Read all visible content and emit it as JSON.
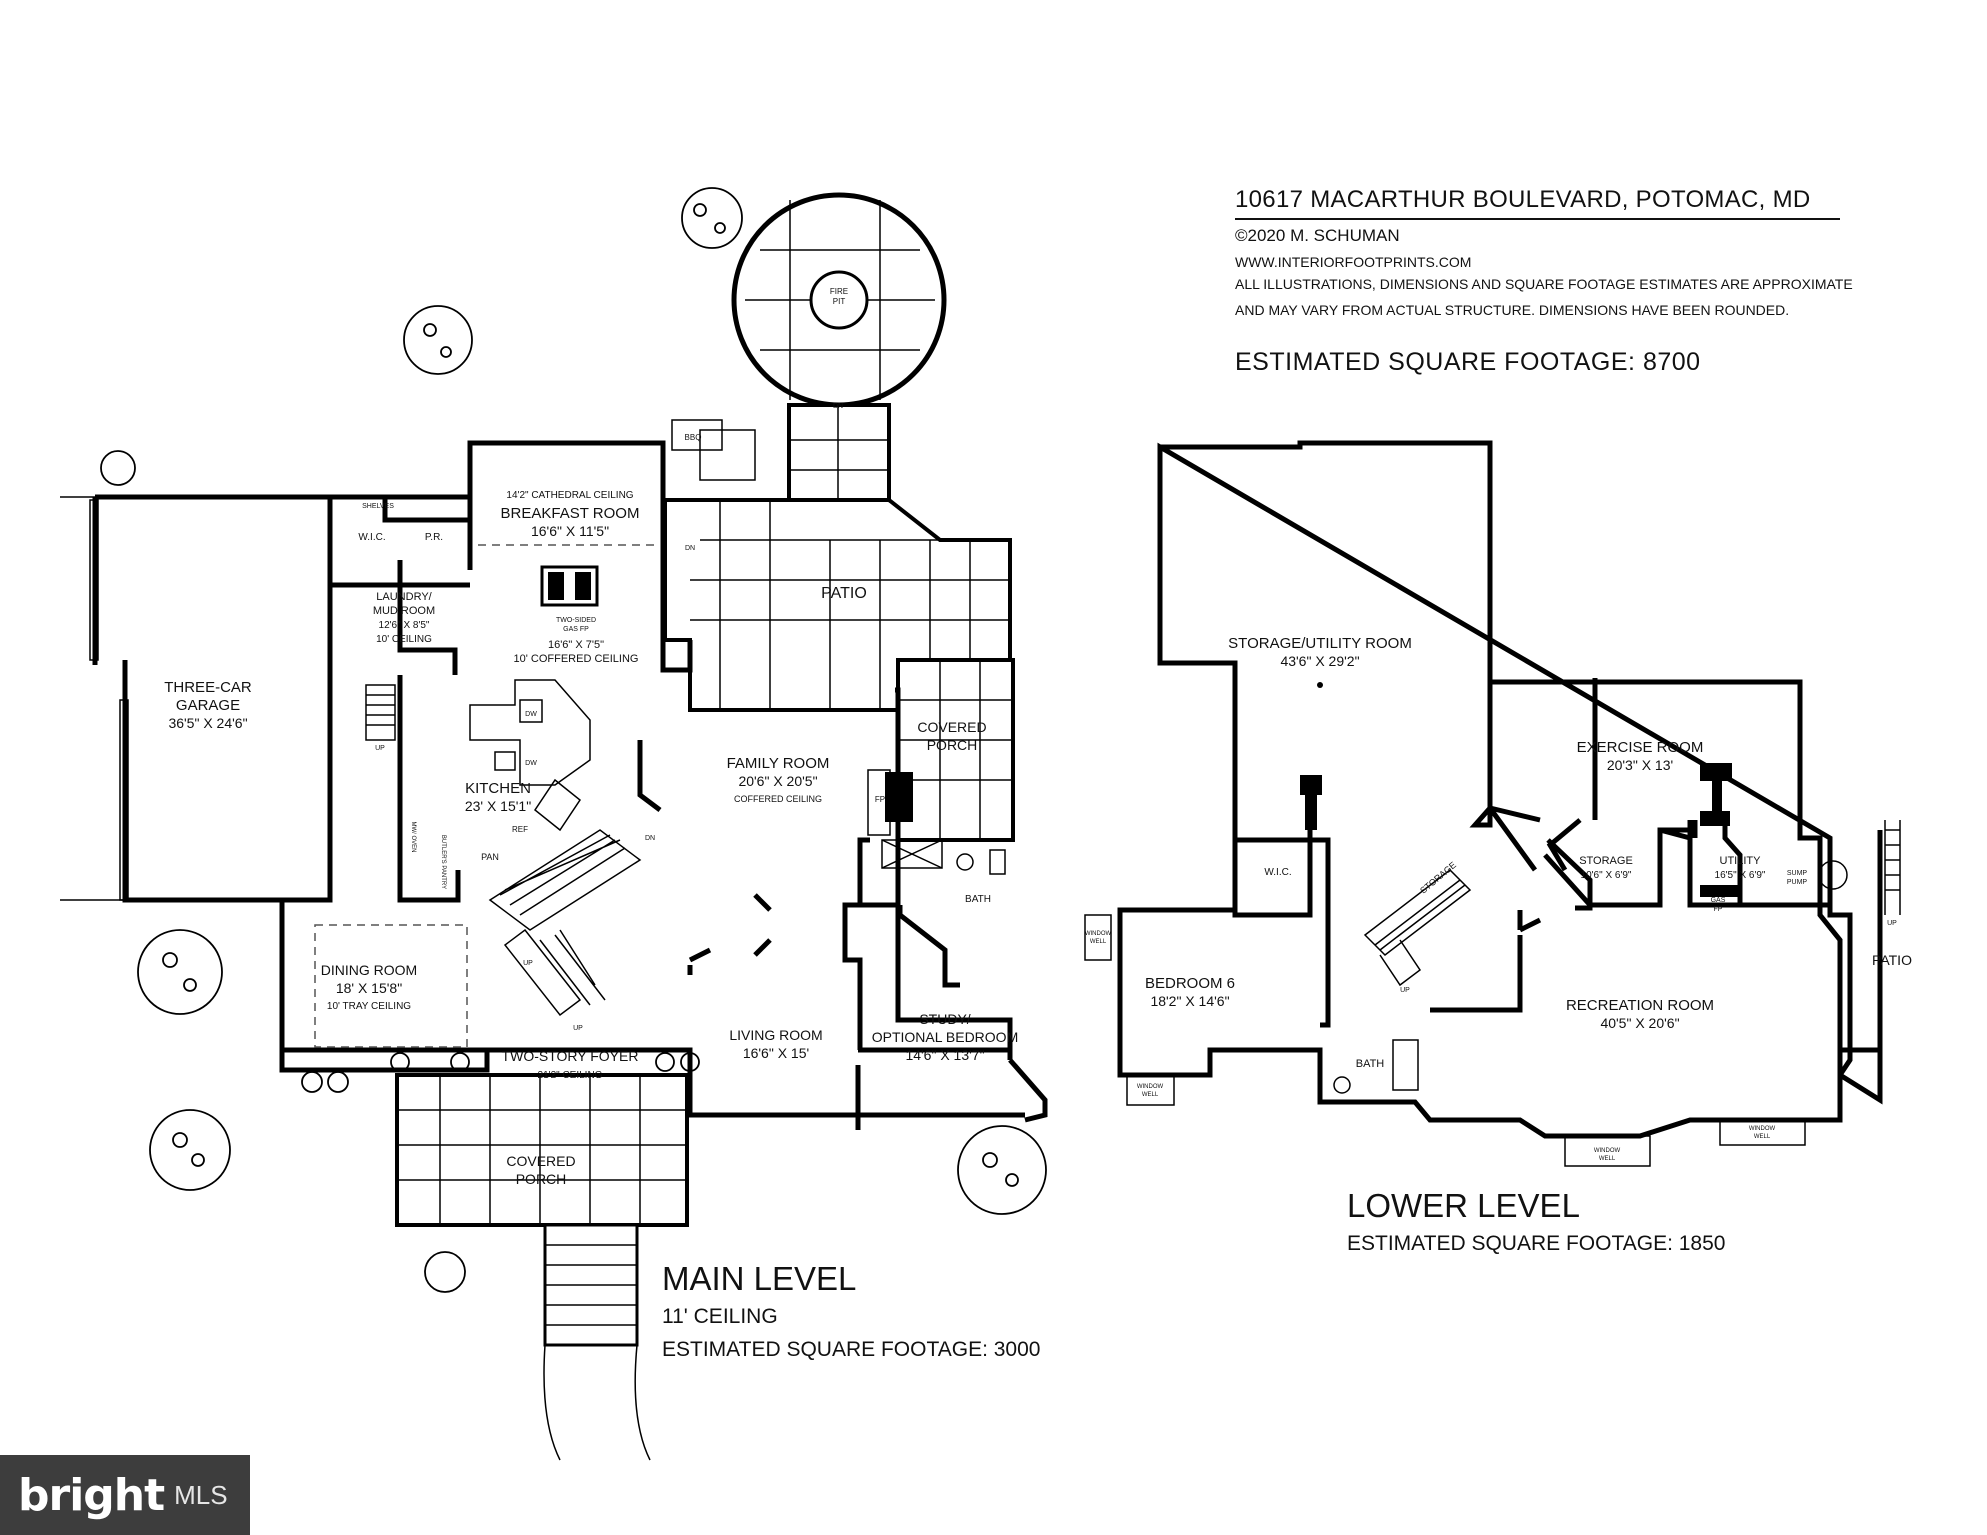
{
  "header": {
    "address": "10617 MACARTHUR BOULEVARD, POTOMAC, MD",
    "copyright": "©2020 M. SCHUMAN",
    "website": "WWW.INTERIORFOOTPRINTS.COM",
    "disclaimer_line1": "ALL ILLUSTRATIONS, DIMENSIONS AND SQUARE FOOTAGE ESTIMATES ARE APPROXIMATE",
    "disclaimer_line2": "AND MAY VARY FROM ACTUAL STRUCTURE. DIMENSIONS HAVE BEEN ROUNDED.",
    "total_sqft": "ESTIMATED SQUARE FOOTAGE: 8700"
  },
  "main_level": {
    "title": "MAIN LEVEL",
    "ceiling": "11' CEILING",
    "sqft": "ESTIMATED SQUARE FOOTAGE: 3000",
    "rooms": {
      "garage_name1": "THREE-CAR",
      "garage_name2": "GARAGE",
      "garage_dim": "36'5\" X 24'6\"",
      "breakfast_ceiling": "14'2\" CATHEDRAL CEILING",
      "breakfast_name": "BREAKFAST ROOM",
      "breakfast_dim": "16'6\" X 11'5\"",
      "fireplace_note1": "TWO-SIDED",
      "fireplace_note2": "GAS FP",
      "hearth_dim": "16'6\" X 7'5\"",
      "hearth_ceiling": "10' COFFERED CEILING",
      "laundry_name1": "LAUNDRY/",
      "laundry_name2": "MUD ROOM",
      "laundry_dim": "12'6\" X 8'5\"",
      "laundry_ceiling": "10' CEILING",
      "wic": "W.I.C.",
      "pr": "P.R.",
      "shelves": "SHELVES",
      "kitchen_name": "KITCHEN",
      "kitchen_dim": "23' X 15'1\"",
      "dw": "DW",
      "ref": "REF",
      "pan": "PAN",
      "butlers": "BUTLER'S PANTRY",
      "mwoven": "MW/ OVEN",
      "family_name": "FAMILY ROOM",
      "family_dim": "20'6\" X 20'5\"",
      "family_ceiling": "COFFERED CEILING",
      "patio": "PATIO",
      "bbq": "BBQ",
      "fire_pit1": "FIRE",
      "fire_pit2": "PIT",
      "covered_porch1": "COVERED",
      "covered_porch2": "PORCH",
      "fp": "FP",
      "bath": "BATH",
      "dining_name": "DINING ROOM",
      "dining_dim": "18' X 15'8\"",
      "dining_ceiling": "10' TRAY CEILING",
      "foyer_name": "TWO-STORY FOYER",
      "foyer_ceiling": "21'2\" CEILING",
      "living_name": "LIVING ROOM",
      "living_dim": "16'6\" X 15'",
      "study_name1": "STUDY/",
      "study_name2": "OPTIONAL BEDROOM",
      "study_dim": "14'6\" X 13'7\"",
      "front_porch1": "COVERED",
      "front_porch2": "PORCH",
      "up": "UP",
      "dn": "DN"
    }
  },
  "lower_level": {
    "title": "LOWER LEVEL",
    "sqft": "ESTIMATED SQUARE FOOTAGE: 1850",
    "rooms": {
      "storage_utility_name": "STORAGE/UTILITY ROOM",
      "storage_utility_dim": "43'6\" X 29'2\"",
      "exercise_name": "EXERCISE ROOM",
      "exercise_dim": "20'3\" X 13'",
      "storage_name": "STORAGE",
      "storage_dim": "10'6\" X 6'9\"",
      "utility_name": "UTILITY",
      "utility_dim": "16'5\" X 6'9\"",
      "sump_pump1": "SUMP",
      "sump_pump2": "PUMP",
      "gas_fp1": "GAS",
      "gas_fp2": "FP",
      "stair_storage": "STORAGE",
      "wic": "W.I.C.",
      "bedroom_name": "BEDROOM 6",
      "bedroom_dim": "18'2\" X 14'6\"",
      "bath": "BATH",
      "recreation_name": "RECREATION ROOM",
      "recreation_dim": "40'5\" X 20'6\"",
      "patio": "PATIO",
      "window_well1": "WINDOW",
      "window_well2": "WELL",
      "up": "UP"
    }
  },
  "branding": {
    "logo_word": "bright",
    "logo_suffix": "MLS"
  }
}
